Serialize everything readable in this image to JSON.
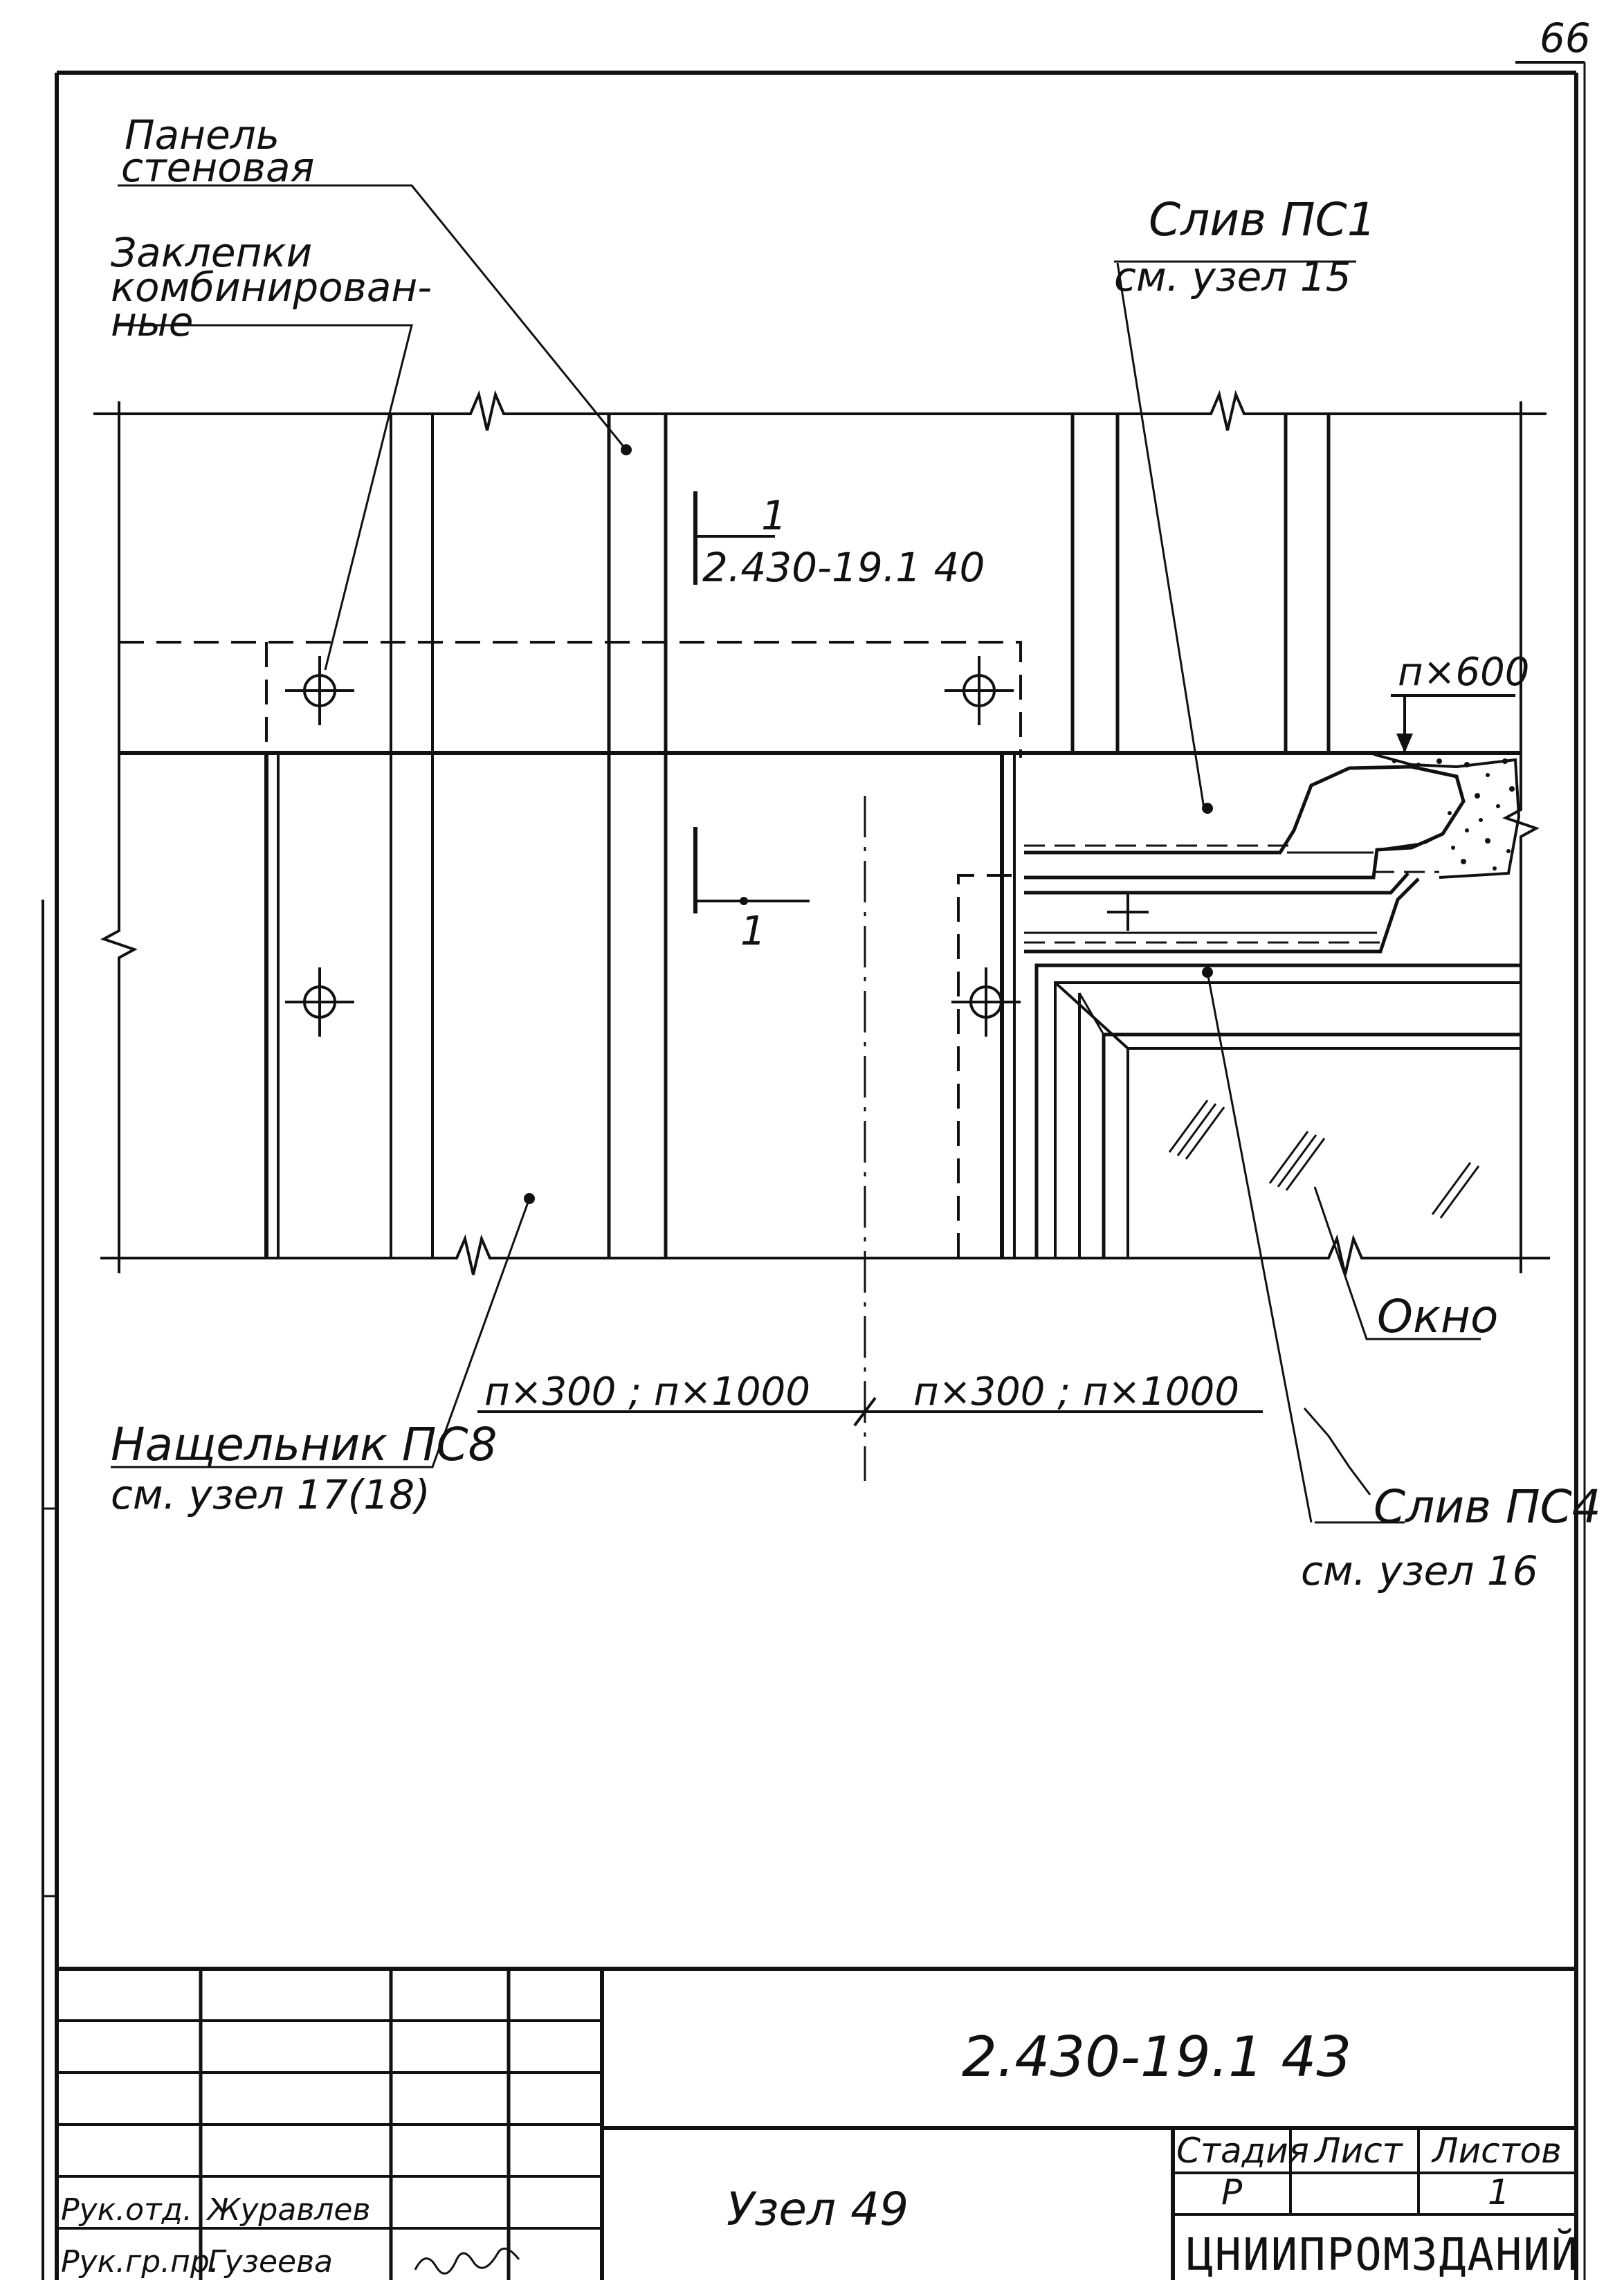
{
  "sheet": {
    "page_number": "66"
  },
  "drawing": {
    "labels": {
      "panel_line1": "Панель",
      "panel_line2": "стеновая",
      "rivets_line1": "Заклепки",
      "rivets_line2": "комбинирован-",
      "rivets_line3": "ные",
      "drain_pc1_line1": "Слив ПС1",
      "drain_pc1_line2": "см. узел 15",
      "flashing_line1": "Нащельник ПС8",
      "flashing_line2": "см. узел 17(18)",
      "window": "Окно",
      "drain_pc4_line1": "Слив ПС4",
      "drain_pc4_line2": "см. узел 16"
    },
    "section_mark": {
      "number_top": "1",
      "reference": "2.430-19.1 40",
      "number_bottom": "1"
    },
    "dimensions": {
      "left": "п×300 ; п×1000",
      "right": "п×300 ;   п×1000",
      "top_right": "п×600"
    }
  },
  "title_block": {
    "document_code": "2.430-19.1 43",
    "sheet_title": "Узел 49",
    "stage_header": "Стадия",
    "sheet_header": "Лист",
    "sheets_header": "Листов",
    "stage_value": "Р",
    "sheet_value": "",
    "sheets_value": "1",
    "role1": "Рук.отд.",
    "name1": "Журавлев",
    "role2": "Рук.гр.пр.",
    "name2": "Гузеева",
    "organization": "ЦНИИПРОМЗДАНИЙ"
  }
}
